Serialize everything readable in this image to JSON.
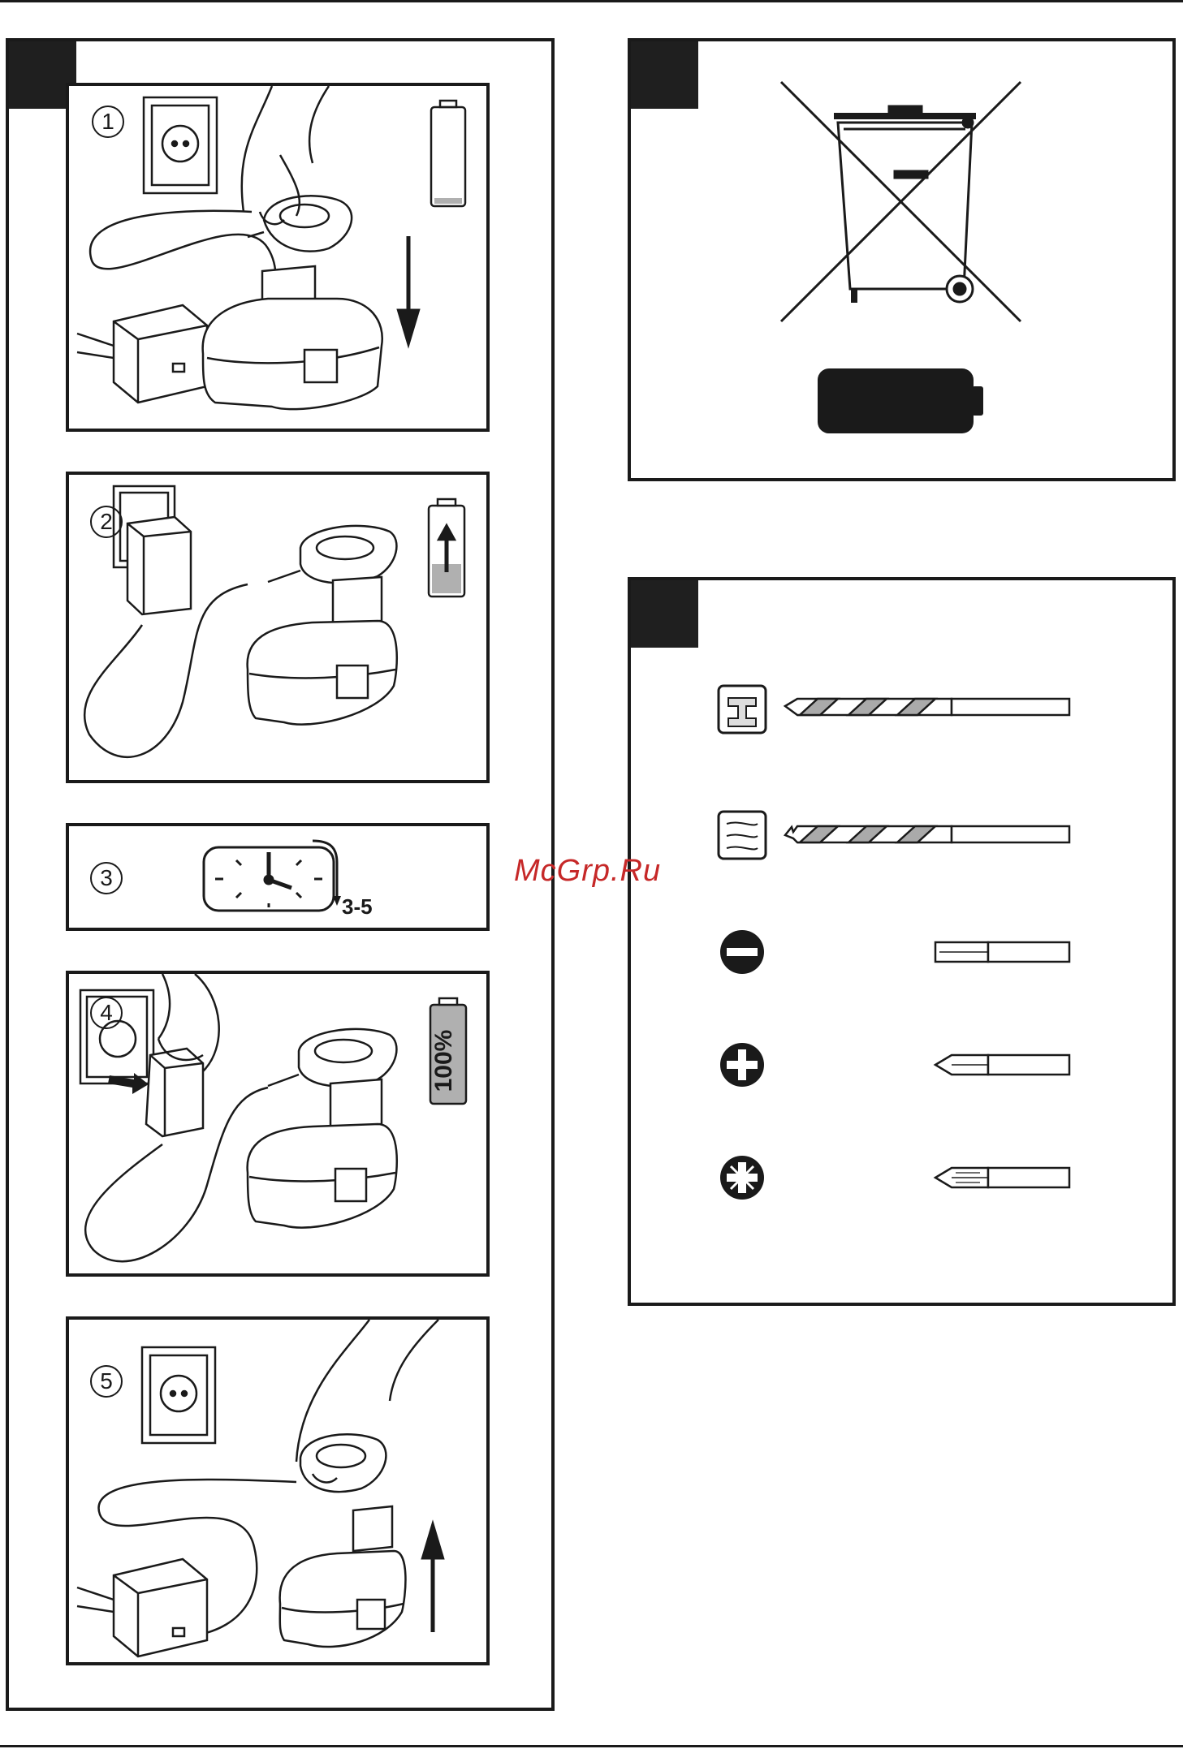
{
  "steps": [
    {
      "number": "1"
    },
    {
      "number": "2"
    },
    {
      "number": "3",
      "time": "3-5"
    },
    {
      "number": "4",
      "charge": "100%"
    },
    {
      "number": "5"
    }
  ],
  "watermark": "McGrp.Ru",
  "icons": {
    "wall_socket": "wall-socket-icon",
    "charger": "plug-charger-icon",
    "battery_pack": "battery-pack-icon",
    "battery_level": "battery-level-icon",
    "clock": "clock-icon",
    "weee_bin": "crossed-out-wheeled-bin-icon",
    "metal": "metal-material-icon",
    "wood": "wood-material-icon",
    "slotted": "slotted-screw-icon",
    "phillips": "phillips-screw-icon",
    "pozidriv": "pozidriv-screw-icon"
  },
  "colors": {
    "ink": "#1a1a1a",
    "fill_grey": "#b0b0b0",
    "watermark": "#c62828"
  }
}
